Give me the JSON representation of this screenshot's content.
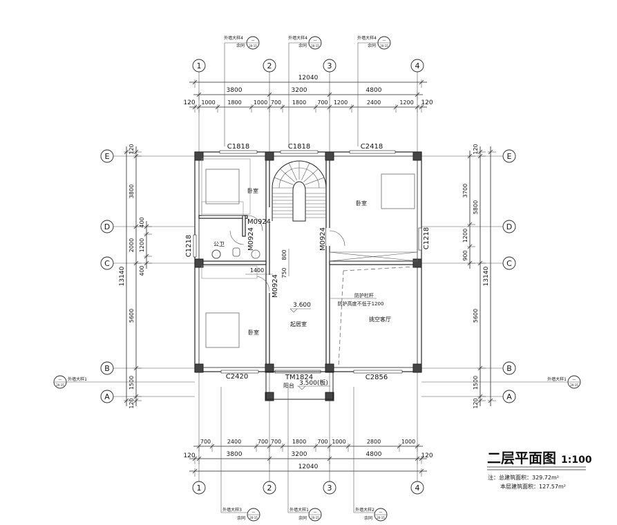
{
  "title": {
    "name": "二层平面图",
    "scale": "1:100"
  },
  "notes": {
    "total_area": "注：总建筑面积：329.72m²",
    "floor_area": "本层建筑面积：127.57m²"
  },
  "axes": {
    "cols": [
      "1",
      "2",
      "3",
      "4"
    ],
    "rows": [
      "A",
      "B",
      "C",
      "D",
      "E"
    ]
  },
  "top_dims": {
    "total": "12040",
    "bays": [
      "3800",
      "3200",
      "4800"
    ],
    "edge": [
      "120",
      "120"
    ],
    "sub": [
      "1000",
      "1800",
      "1000",
      "700",
      "1800",
      "700",
      "1200",
      "2400",
      "1200"
    ]
  },
  "bottom_dims": {
    "total": "12040",
    "bays": [
      "3800",
      "3200",
      "4800"
    ],
    "edge": [
      "120",
      "120"
    ],
    "sub": [
      "700",
      "2400",
      "700",
      "700",
      "1800",
      "700",
      "1000",
      "2800",
      "1000"
    ]
  },
  "left_dims": {
    "total": "13140",
    "segments": [
      "120",
      "3800",
      "2000",
      "5600",
      "1500",
      "120"
    ],
    "inner": [
      "400",
      "1200",
      "400"
    ]
  },
  "right_dims": {
    "total": "13140",
    "upper": "5800",
    "segments": [
      "120",
      "3700",
      "1200",
      "900",
      "5600",
      "1500",
      "120"
    ]
  },
  "windows": {
    "top_left": "C1818",
    "top_mid": "C1818",
    "top_right": "C2418",
    "left": "C1218",
    "right": "C1218",
    "bottom_left": "C2420",
    "bottom_mid": "TM1824",
    "bottom_right": "C2856"
  },
  "doors": [
    "M0924",
    "M0924",
    "M0924",
    "M0924"
  ],
  "rooms": {
    "bedroom_nw": "卧室",
    "bedroom_ne": "卧室",
    "bedroom_sw": "卧室",
    "bathroom": "公卫",
    "living": "起居室",
    "void_living": "挑空客厅",
    "balcony": "阳台"
  },
  "levels": {
    "floor": "3.600",
    "balcony": "3.500(板)"
  },
  "railing": {
    "label": "防护栏杆",
    "height_note": "防护高度不低于1200"
  },
  "misc_dims": {
    "bath_width": "1400",
    "d1": "800",
    "d2": "750"
  },
  "callouts": {
    "top": [
      {
        "label": "外墙大样4",
        "sub": "余同"
      },
      {
        "label": "外墙大样4",
        "sub": "余同"
      },
      {
        "label": "外墙大样4",
        "sub": "余同"
      }
    ],
    "bottom": [
      {
        "label": "外墙大样3",
        "sub": "余同"
      },
      {
        "label": "外墙大样1",
        "sub": "余同"
      },
      {
        "label": "外墙大样2",
        "sub": "余同"
      }
    ],
    "left": {
      "label": "外墙大样1"
    },
    "right": {
      "label": "外墙大样1"
    },
    "bubble_top": "—",
    "bubble_bottom": "20-15"
  }
}
